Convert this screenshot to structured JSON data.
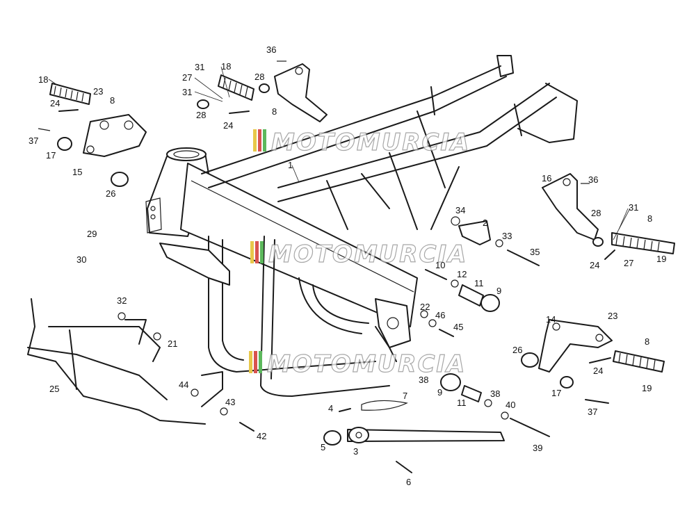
{
  "diagram": {
    "watermark": "MOTOMURCIA",
    "watermark_colors": [
      "#e8c84a",
      "#d9534f",
      "#5cb85c",
      "#8a8a8a"
    ],
    "callouts": [
      "18",
      "23",
      "8",
      "24",
      "37",
      "17",
      "15",
      "26",
      "29",
      "30",
      "36",
      "18",
      "27",
      "31",
      "31",
      "28",
      "28",
      "8",
      "24",
      "1",
      "34",
      "2",
      "33",
      "35",
      "10",
      "12",
      "11",
      "9",
      "22",
      "46",
      "45",
      "16",
      "36",
      "28",
      "31",
      "8",
      "24",
      "27",
      "19",
      "14",
      "23",
      "8",
      "26",
      "24",
      "19",
      "17",
      "37",
      "32",
      "21",
      "25",
      "44",
      "43",
      "42",
      "38",
      "9",
      "11",
      "38",
      "40",
      "39",
      "7",
      "4",
      "5",
      "3",
      "6"
    ]
  }
}
